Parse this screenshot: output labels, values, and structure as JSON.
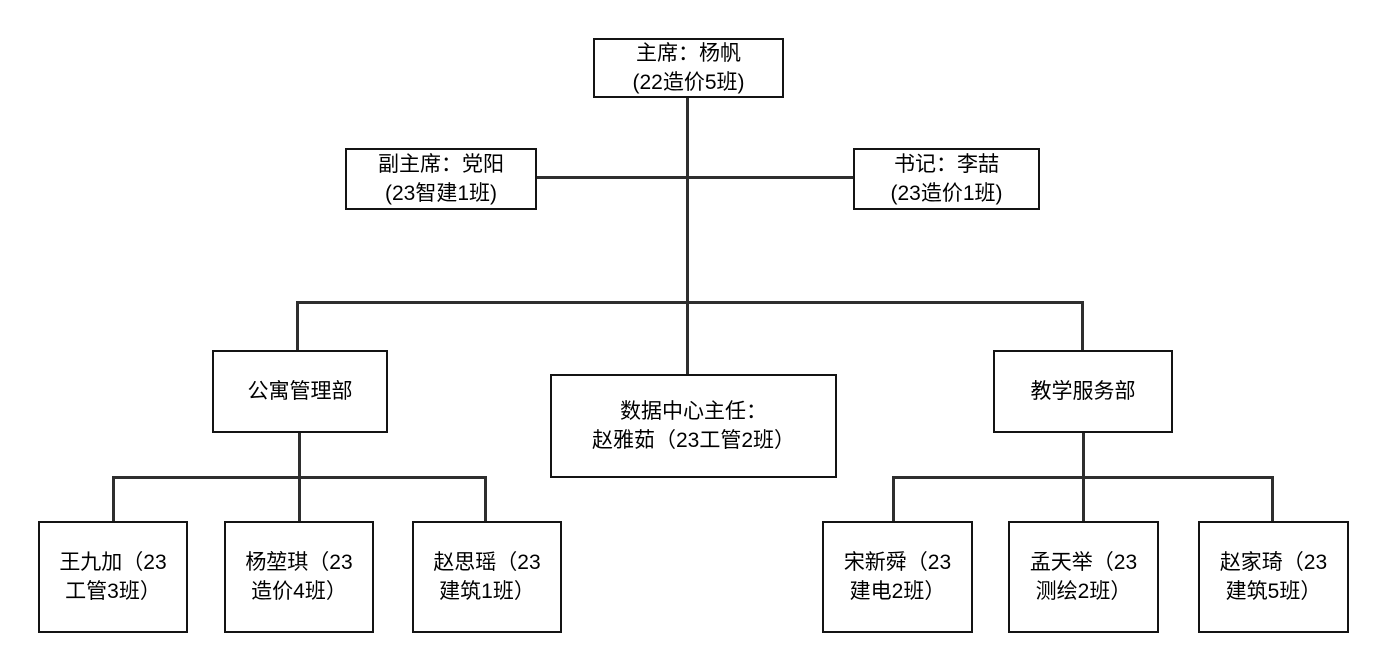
{
  "style": {
    "background_color": "#ffffff",
    "box_fill_color": "#ffffff",
    "box_border_color": "#141414",
    "connector_color": "#2e2e2e",
    "text_color": "#000000"
  },
  "org_chart": {
    "chairman": {
      "role": "主席",
      "lines": [
        "主席：杨帆",
        "(22造价5班)"
      ]
    },
    "vice_chairman": {
      "role": "副主席",
      "lines": [
        "副主席：党阳",
        "(23智建1班)"
      ]
    },
    "secretary": {
      "role": "书记",
      "lines": [
        "书记：李喆",
        "(23造价1班)"
      ]
    },
    "apartment_dept": {
      "role": "部门",
      "lines": [
        "公寓管理部"
      ]
    },
    "data_center": {
      "role": "数据中心主任",
      "lines": [
        "数据中心主任：",
        "赵雅茹（23工管2班）"
      ]
    },
    "teaching_dept": {
      "role": "部门",
      "lines": [
        "教学服务部"
      ]
    },
    "apartment_members": [
      {
        "lines": [
          "王九加（23",
          "工管3班）"
        ]
      },
      {
        "lines": [
          "杨堃琪（23",
          "造价4班）"
        ]
      },
      {
        "lines": [
          "赵思瑶（23",
          "建筑1班）"
        ]
      }
    ],
    "teaching_members": [
      {
        "lines": [
          "宋新舜（23",
          "建电2班）"
        ]
      },
      {
        "lines": [
          "孟天举（23",
          "测绘2班）"
        ]
      },
      {
        "lines": [
          "赵家琦（23",
          "建筑5班）"
        ]
      }
    ]
  }
}
